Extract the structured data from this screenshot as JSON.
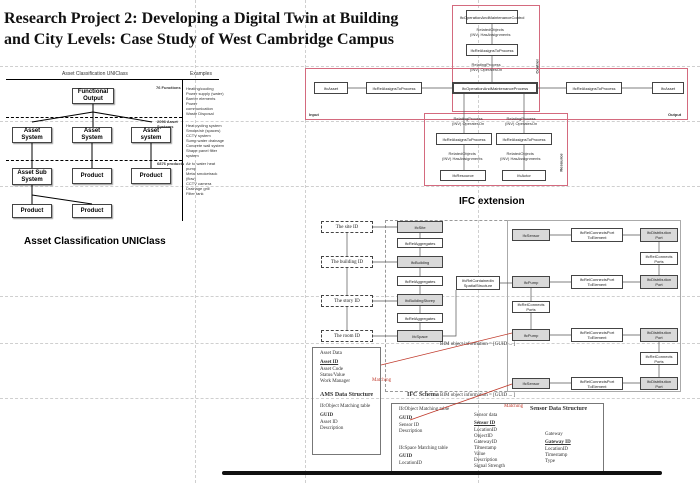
{
  "title_line1": "Research Project 2: Developing a Digital Twin at Building",
  "title_line2": "and City Levels: Case Study of West Cambridge Campus",
  "asset_class": {
    "header": "Asset Classification UNIClass",
    "examples_header": "Examples",
    "functional_output": "Functional Output",
    "asset_system": "Asset System",
    "asset_system_lc": "Asset system",
    "asset_sub_system": "Asset Sub System",
    "product": "Product",
    "count_functions": "76 Functions",
    "count_systems": "2096 Asset Systems",
    "count_products": "6876 products",
    "examples_functions": "Heating/cooling\nPower supply (water)\nBarrier elements\nPower\ncommunication\nWaste Disposal",
    "examples_systems": "Heat cycling system\nSmoke/air (spaces)\nCCTV system\nSump water drainage\nConcrete wall system\nShape panel filter system",
    "examples_products": "Air to water heat pump\nMetal smoketrack (flow)\nCCTV camera\nDrainage grill\nFilter tank",
    "caption": "Asset Classification UNIClass"
  },
  "ifc_ext": {
    "caption": "IFC extension",
    "op_maint": "IfcOperationAndMaintenanceControl",
    "rel_assoc": "RelatedObjects\n(INV) HasAssignments",
    "rel_assigns": "IfcRelAssignsToProcess",
    "rel_ops": "RelatingProcess\n(INV) OperatesOn",
    "op_process": "IfcOperationAndMaintenanceProcess",
    "ifc_asset": "IfcAsset",
    "ifc_resource": "IfcResource",
    "ifc_actor": "IfcActor",
    "input": "Input",
    "output": "Output",
    "control": "Control",
    "resource": "Resource"
  },
  "schema": {
    "site_id": "The site ID",
    "building_id": "The building ID",
    "story_id": "The story ID",
    "room_id": "The room ID",
    "ifc_site": "IfcSite",
    "ifc_rel_agg": "IfcRelAggregates",
    "ifc_building": "IfcBuilding",
    "ifc_storey": "IfcBuildingStorey",
    "ifc_space": "IfcSpace",
    "ifc_contained": "IfcRelContainedIn\nSpatialStructure",
    "ifc_sensor": "IfcSensor",
    "ifc_pump": "IfcPump",
    "ifc_rel_port": "IfcRelConnectsPort\nToElement",
    "ifc_rel_ports": "IfcRelConnects\nPorts",
    "ifc_dist_port": "IfcDistribution\nPort",
    "bim_info": "BIM object information = [GUID ... ]",
    "ifc_schema": "IFC Schema",
    "matching": "Matching",
    "ams_data": "Asset Data",
    "ams_asset_id": "Asset ID",
    "ams_fields": "Asset Code\nStatus/Value\nWork Manager",
    "ams_title": "AMS Data Structure",
    "ifc_obj_match": "IfcObject Matching table",
    "guid": "GUID",
    "asset_desc": "Asset ID\nDescription",
    "ifc_obj_match2": "IfcObject Matching table",
    "guid_desc": "Sensor ID\nDescription",
    "ifc_space_match": "IfcSpace Matching table",
    "location_id": "LocationID",
    "sensor_title": "Sensor Data Structure",
    "sensor_data": "Sensor data",
    "sensor_id": "Sensor ID",
    "sensor_fields": "LocationID\nObjectID\nGatewayID\nTimestamp\nValue\nDescription\nSignal Strength",
    "gateway": "Gateway",
    "gateway_id": "Gateway ID",
    "gateway_fields": "LocationID\nTimestamp\nType"
  }
}
